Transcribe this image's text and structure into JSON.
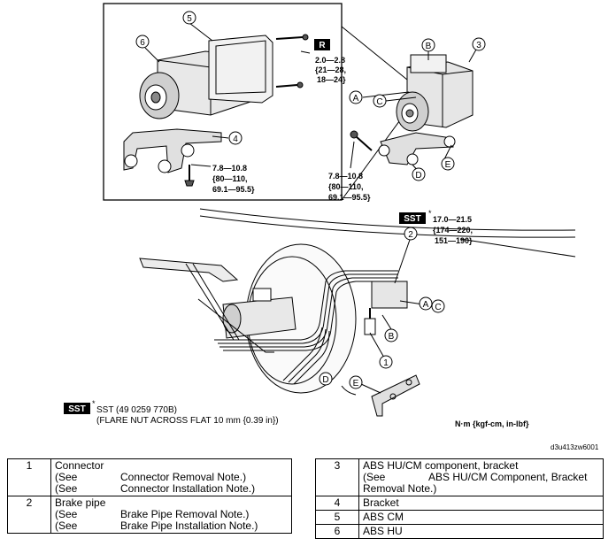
{
  "figure_id": "d3u413zw6001",
  "units_note": "N·m {kgf-cm, in-lbf}",
  "callouts": {
    "n1": "1",
    "n2": "2",
    "n3": "3",
    "n4": "4",
    "n5": "5",
    "n6": "6",
    "A": "A",
    "B": "B",
    "C": "C",
    "D": "D",
    "E": "E"
  },
  "badges": {
    "replace": "R",
    "sst": "SST"
  },
  "torques": {
    "abs_bolt": [
      "2.0—2.8",
      "{21—28,",
      "18—24}"
    ],
    "bracket_bolt_inset": [
      "7.8—10.8",
      "{80—110,",
      "69.1—95.5}"
    ],
    "bracket_bolt": [
      "7.8—10.8",
      "{80—110,",
      "69.1—95.5}"
    ],
    "flare_nut": [
      "17.0—21.5",
      "{174—220,",
      "151—190}"
    ]
  },
  "sst_star": "*",
  "sst_note": [
    "SST (49 0259 770B)",
    "(FLARE NUT ACROSS FLAT 10 mm {0.39 in})"
  ],
  "parts_left": [
    {
      "num": "1",
      "name": "Connector",
      "notes": [
        {
          "see": "(See",
          "ref": "Connector Removal Note.)"
        },
        {
          "see": "(See",
          "ref": "Connector Installation Note.)"
        }
      ]
    },
    {
      "num": "2",
      "name": "Brake pipe",
      "notes": [
        {
          "see": "(See",
          "ref": "Brake Pipe Removal Note.)"
        },
        {
          "see": "(See",
          "ref": "Brake Pipe Installation Note.)"
        }
      ]
    }
  ],
  "parts_right": [
    {
      "num": "3",
      "name": "ABS HU/CM component, bracket",
      "see": "(See",
      "ref1": "ABS HU/CM Component, Bracket",
      "ref2": "Removal Note.)"
    },
    {
      "num": "4",
      "name": "Bracket"
    },
    {
      "num": "5",
      "name": "ABS CM"
    },
    {
      "num": "6",
      "name": "ABS HU"
    }
  ]
}
